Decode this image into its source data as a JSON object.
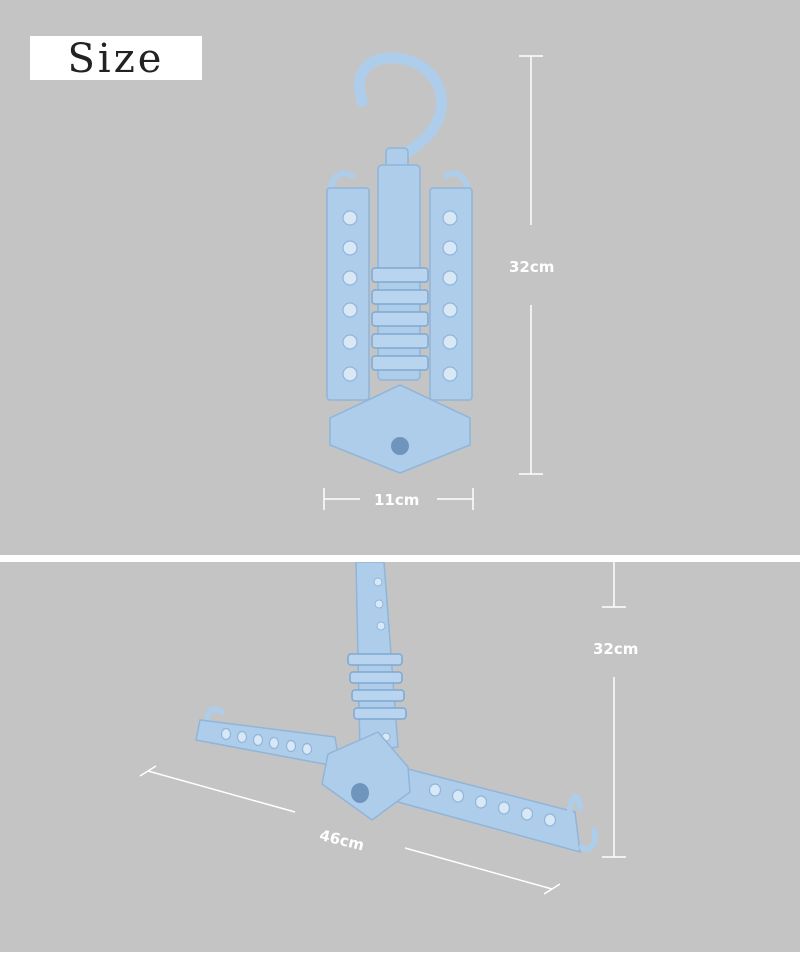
{
  "title_label": "Size",
  "top_panel": {
    "height_label": "32cm",
    "width_label": "11cm"
  },
  "bottom_panel": {
    "height_label": "32cm",
    "length_label": "46cm"
  },
  "colors": {
    "background": "#c4c4c4",
    "hanger_blue": "#aecdea",
    "hanger_shade": "#8fb5da",
    "dimension_line": "#ffffff"
  }
}
